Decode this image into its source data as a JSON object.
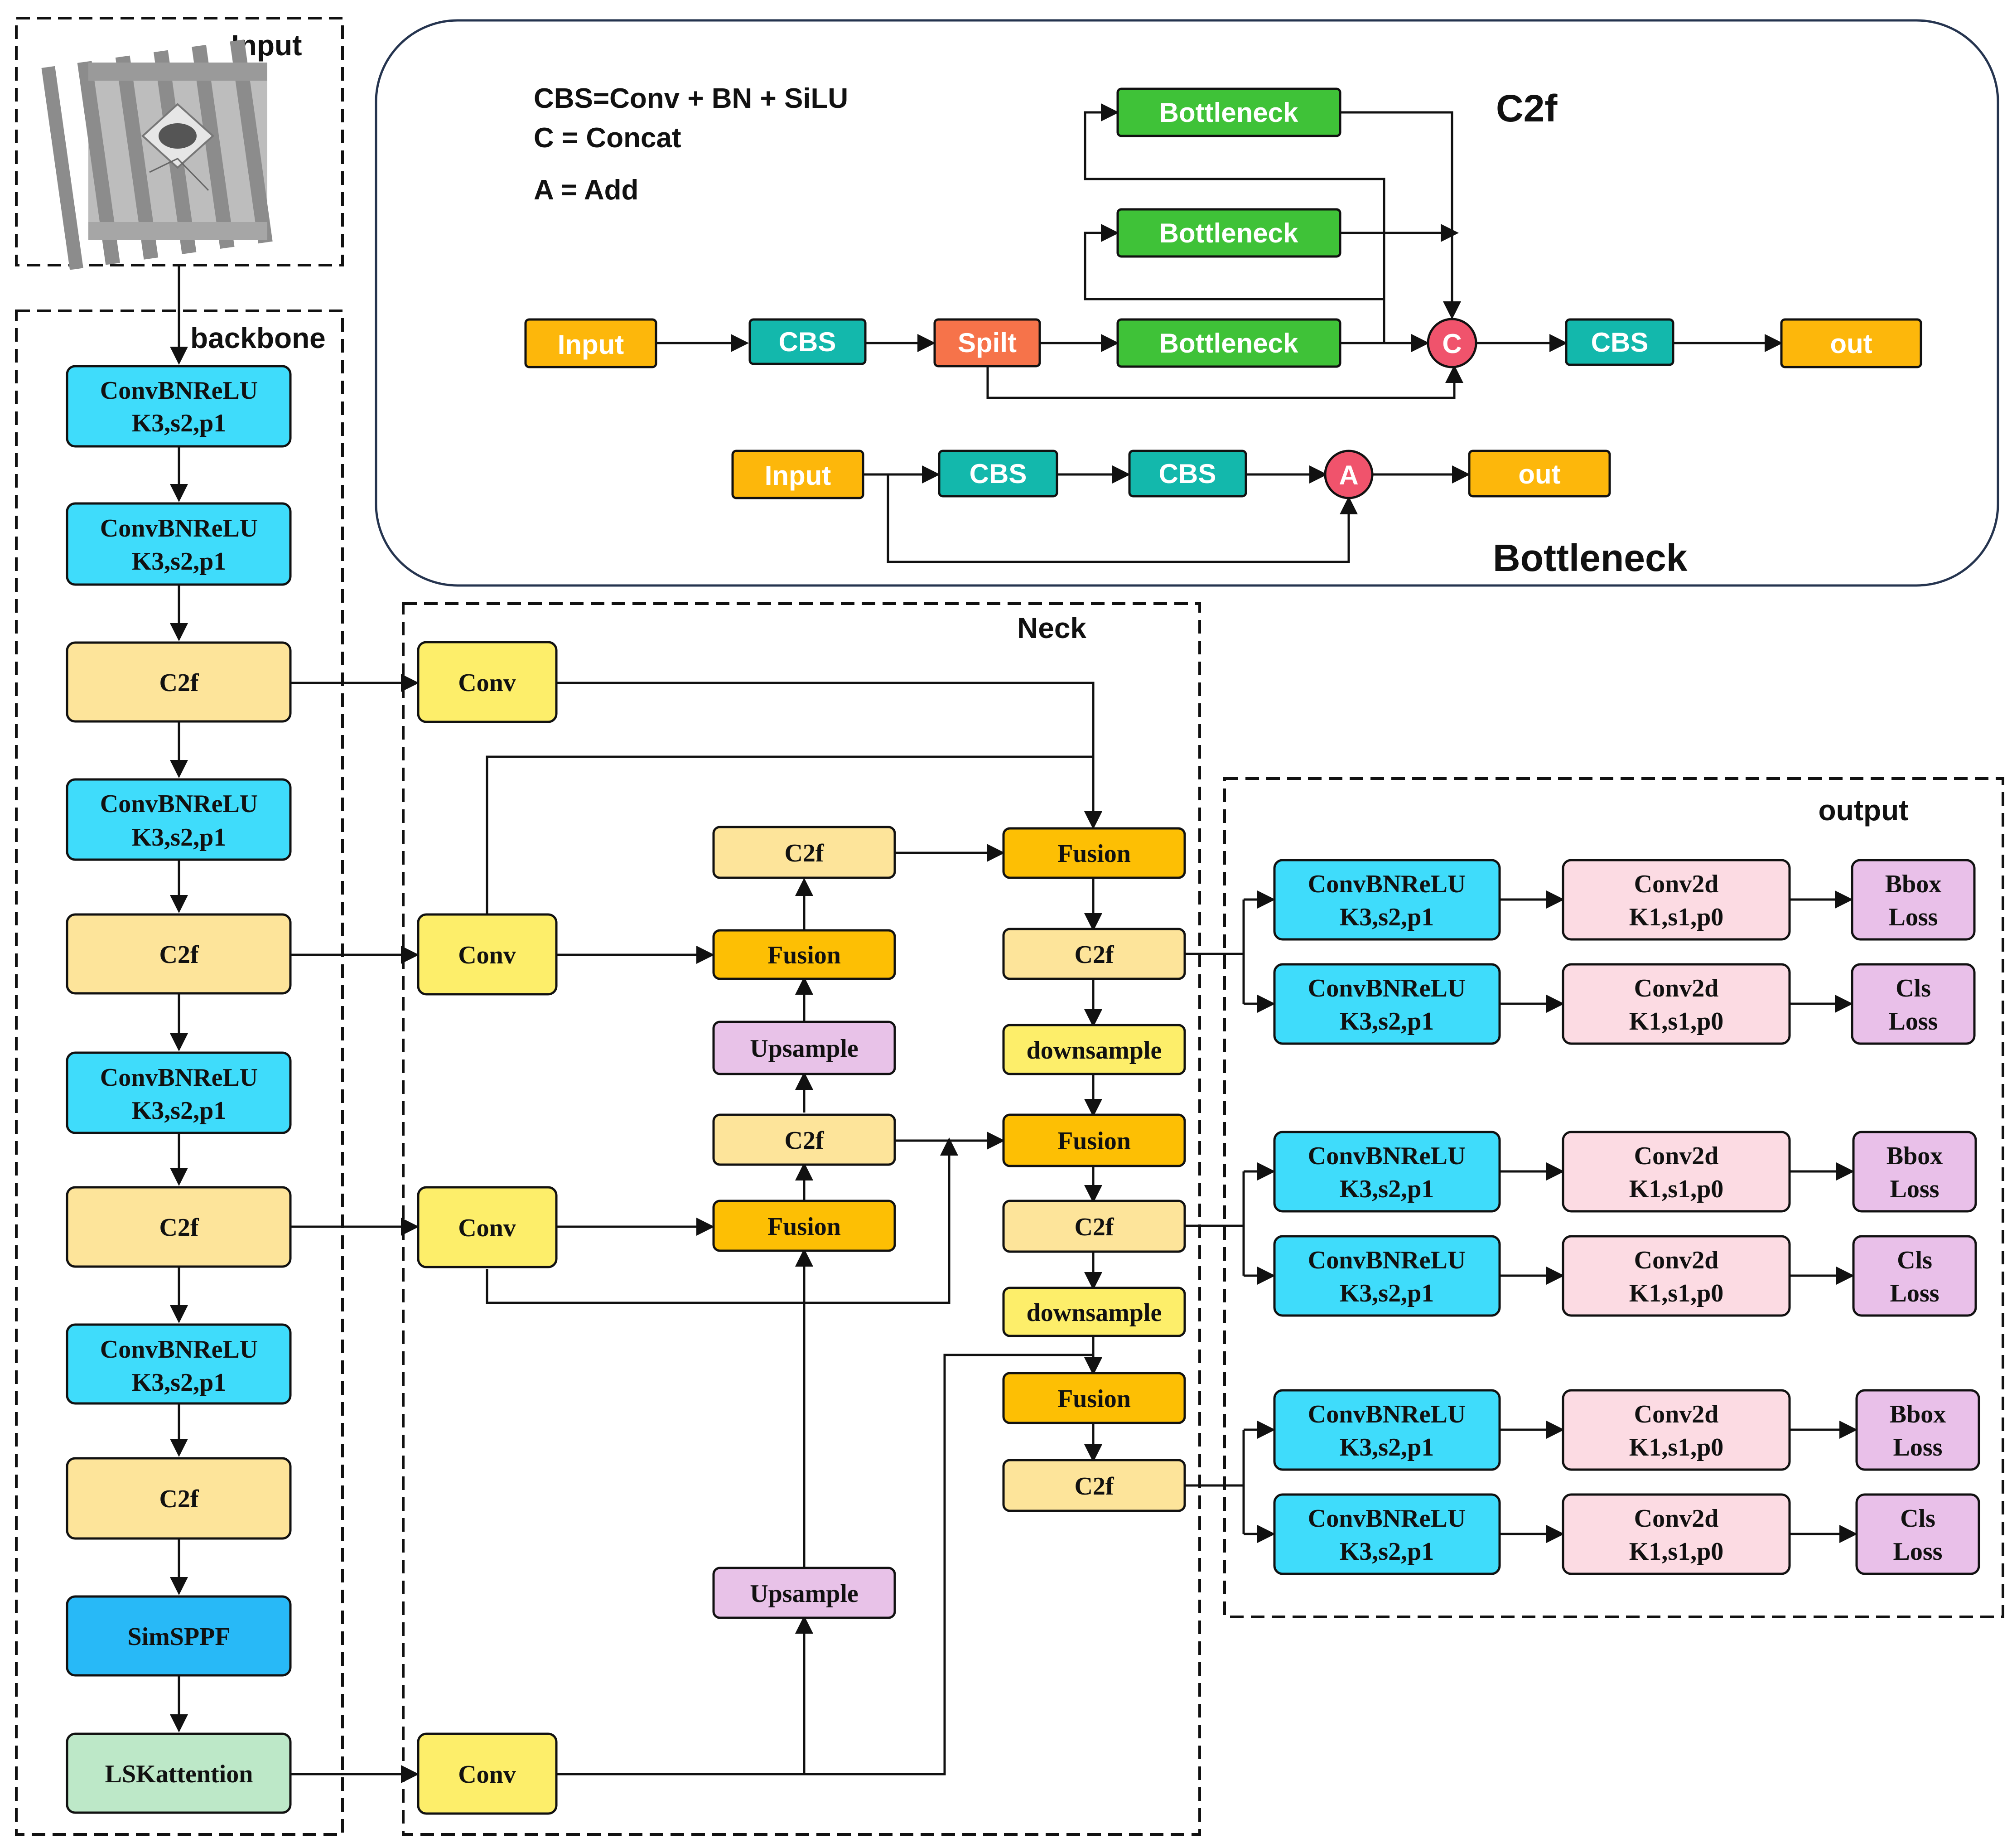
{
  "input": {
    "title": "Input"
  },
  "legend": {
    "line1": "CBS=Conv + BN + SiLU",
    "line2": "C = Concat",
    "line3": "A = Add"
  },
  "c2f_detail": {
    "title": "C2f",
    "input": "Input",
    "cbs1": "CBS",
    "split": "Spilt",
    "bottleneck1": "Bottleneck",
    "bottleneck2": "Bottleneck",
    "bottleneck3": "Bottleneck",
    "concat": "C",
    "cbs2": "CBS",
    "out": "out"
  },
  "bottleneck_detail": {
    "title": "Bottleneck",
    "input": "Input",
    "cbs1": "CBS",
    "cbs2": "CBS",
    "add": "A",
    "out": "out"
  },
  "backbone": {
    "title": "backbone",
    "conv1": [
      "ConvBNReLU",
      "K3,s2,p1"
    ],
    "conv2": [
      "ConvBNReLU",
      "K3,s2,p1"
    ],
    "c2f1": "C2f",
    "conv3": [
      "ConvBNReLU",
      "K3,s2,p1"
    ],
    "c2f2": "C2f",
    "conv4": [
      "ConvBNReLU",
      "K3,s2,p1"
    ],
    "c2f3": "C2f",
    "conv5": [
      "ConvBNReLU",
      "K3,s2,p1"
    ],
    "c2f4": "C2f",
    "sppf": "SimSPPF",
    "lsk": "LSKattention"
  },
  "neck": {
    "title": "Neck",
    "conv1": "Conv",
    "conv2": "Conv",
    "conv3": "Conv",
    "conv4": "Conv",
    "c2f_top": "C2f",
    "fusion_a": "Fusion",
    "upsample1": "Upsample",
    "c2f_mid": "C2f",
    "fusion_b": "Fusion",
    "upsample2": "Upsample",
    "fusion1": "Fusion",
    "c2f_out1": "C2f",
    "downsample1": "downsample",
    "fusion2": "Fusion",
    "c2f_out2": "C2f",
    "downsample2": "downsample",
    "fusion3": "Fusion",
    "c2f_out3": "C2f"
  },
  "output": {
    "title": "output",
    "heads": [
      {
        "conv_a": [
          "ConvBNReLU",
          "K3,s2,p1"
        ],
        "conv2d_a": [
          "Conv2d",
          "K1,s1,p0"
        ],
        "loss_a": [
          "Bbox",
          "Loss"
        ],
        "conv_b": [
          "ConvBNReLU",
          "K3,s2,p1"
        ],
        "conv2d_b": [
          "Conv2d",
          "K1,s1,p0"
        ],
        "loss_b": [
          "Cls",
          "Loss"
        ]
      },
      {
        "conv_a": [
          "ConvBNReLU",
          "K3,s2,p1"
        ],
        "conv2d_a": [
          "Conv2d",
          "K1,s1,p0"
        ],
        "loss_a": [
          "Bbox",
          "Loss"
        ],
        "conv_b": [
          "ConvBNReLU",
          "K3,s2,p1"
        ],
        "conv2d_b": [
          "Conv2d",
          "K1,s1,p0"
        ],
        "loss_b": [
          "Cls",
          "Loss"
        ]
      },
      {
        "conv_a": [
          "ConvBNReLU",
          "K3,s2,p1"
        ],
        "conv2d_a": [
          "Conv2d",
          "K1,s1,p0"
        ],
        "loss_a": [
          "Bbox",
          "Loss"
        ],
        "conv_b": [
          "ConvBNReLU",
          "K3,s2,p1"
        ],
        "conv2d_b": [
          "Conv2d",
          "K1,s1,p0"
        ],
        "loss_b": [
          "Cls",
          "Loss"
        ]
      }
    ]
  },
  "colors": {
    "conv_bn_relu": "#3fdcfb",
    "c2f": "#fde49a",
    "sppf": "#28b9f7",
    "lsk": "#bde8c8",
    "neck_conv": "#fdee6a",
    "fusion": "#fdbf04",
    "upsample": "#e8c2e8",
    "conv2d": "#fcdbe3",
    "loss": "#e9c0e9",
    "input_block": "#fdb70b",
    "cbs": "#13b8ac",
    "bottleneck": "#3fc238",
    "split": "#f6734a",
    "node": "#f0536c"
  },
  "icons": {
    "input_image": "crosswalk-photo"
  }
}
